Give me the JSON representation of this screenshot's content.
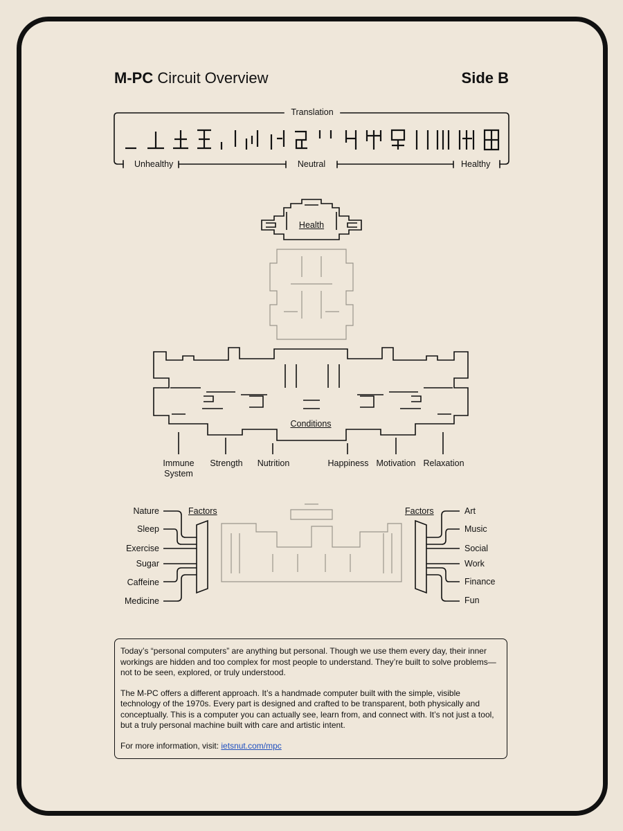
{
  "header": {
    "title_bold": "M-PC",
    "title_rest": "Circuit Overview",
    "side": "Side B"
  },
  "translation": {
    "label": "Translation",
    "unhealthy": "Unhealthy",
    "neutral": "Neutral",
    "healthy": "Healthy"
  },
  "health": {
    "label": "Health"
  },
  "conditions": {
    "label": "Conditions",
    "items": [
      "Immune System",
      "Strength",
      "Nutrition",
      "Happiness",
      "Motivation",
      "Relaxation"
    ]
  },
  "factors_left": {
    "label": "Factors",
    "items": [
      "Nature",
      "Sleep",
      "Exercise",
      "Sugar",
      "Caffeine",
      "Medicine"
    ]
  },
  "factors_right": {
    "label": "Factors",
    "items": [
      "Art",
      "Music",
      "Social",
      "Work",
      "Finance",
      "Fun"
    ]
  },
  "description": {
    "p1": "Today’s “personal computers” are anything but personal. Though we use them every day, their inner workings are hidden and too complex for most people to understand. They’re built to solve problems—not to be seen, explored, or truly understood.",
    "p2": "The M-PC offers a different approach. It’s a handmade computer built with the simple, visible technology of the 1970s. Every part is designed and crafted to be transparent, both physically and conceptually. This is a computer you can actually see, learn from, and connect with. It’s not just a tool, but a truly personal machine built with care and artistic intent.",
    "more_prefix": "For more information, visit:",
    "link": "ietsnut.com/mpc"
  }
}
